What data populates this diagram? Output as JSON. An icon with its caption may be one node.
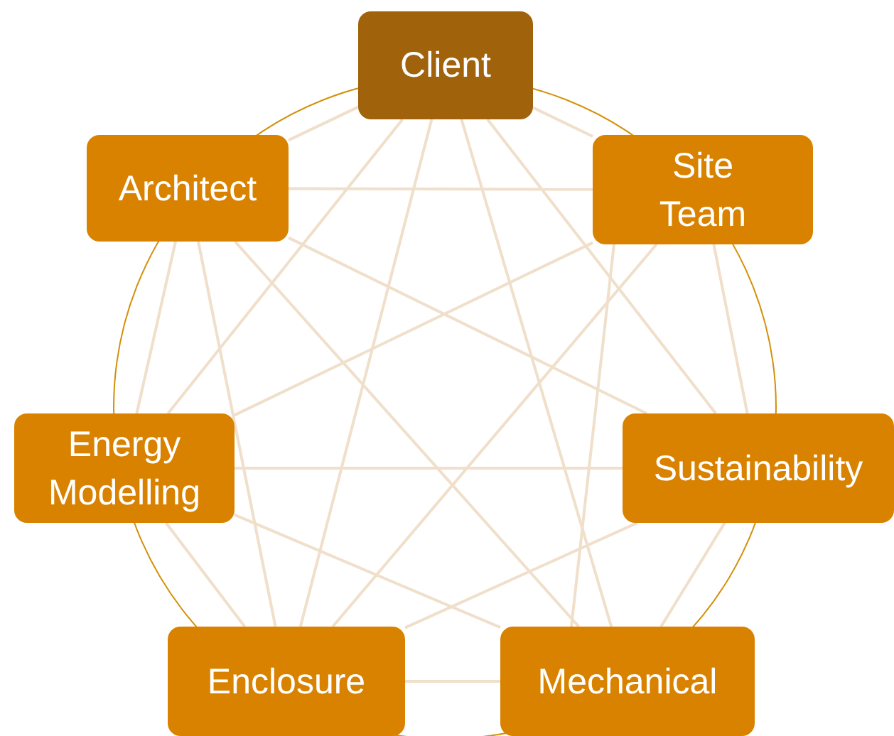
{
  "diagram": {
    "nodes": [
      {
        "text": [
          "Client"
        ]
      },
      {
        "text": [
          "Architect"
        ]
      },
      {
        "text": [
          "Site Team"
        ]
      },
      {
        "text": [
          "Energy Modelling"
        ]
      },
      {
        "text": [
          "Sustainability"
        ]
      },
      {
        "text": [
          "Enclosure"
        ]
      },
      {
        "text": [
          "Mechanical"
        ]
      }
    ],
    "edges": [
      {
        "from": 0,
        "to": 1,
        "arrow": "none"
      },
      {
        "from": 0,
        "to": 2,
        "arrow": "none"
      },
      {
        "from": 0,
        "to": 3,
        "arrow": "none"
      },
      {
        "from": 0,
        "to": 4,
        "arrow": "none"
      },
      {
        "from": 0,
        "to": 5,
        "arrow": "none"
      },
      {
        "from": 0,
        "to": 6,
        "arrow": "none"
      },
      {
        "from": 1,
        "to": 2,
        "arrow": "none"
      },
      {
        "from": 1,
        "to": 3,
        "arrow": "none"
      },
      {
        "from": 1,
        "to": 4,
        "arrow": "none"
      },
      {
        "from": 1,
        "to": 5,
        "arrow": "none"
      },
      {
        "from": 1,
        "to": 6,
        "arrow": "none"
      },
      {
        "from": 2,
        "to": 3,
        "arrow": "none"
      },
      {
        "from": 2,
        "to": 4,
        "arrow": "none"
      },
      {
        "from": 2,
        "to": 5,
        "arrow": "none"
      },
      {
        "from": 2,
        "to": 6,
        "arrow": "none"
      },
      {
        "from": 3,
        "to": 4,
        "arrow": "none"
      },
      {
        "from": 3,
        "to": 5,
        "arrow": "none"
      },
      {
        "from": 3,
        "to": 6,
        "arrow": "none"
      },
      {
        "from": 4,
        "to": 5,
        "arrow": "none"
      },
      {
        "from": 4,
        "to": 6,
        "arrow": "none"
      },
      {
        "from": 5,
        "to": 6,
        "arrow": "none"
      }
    ]
  }
}
